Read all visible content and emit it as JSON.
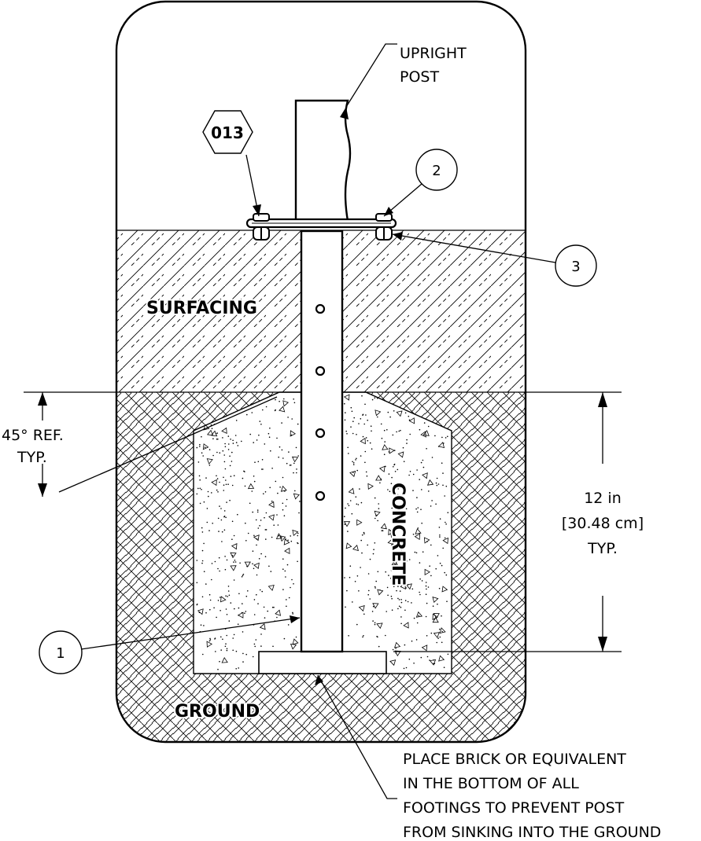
{
  "labels": {
    "upright_post": [
      "UPRIGHT",
      "POST"
    ],
    "part_tag": "013",
    "callout_1": "1",
    "callout_2": "2",
    "callout_3": "3",
    "surfacing": "SURFACING",
    "concrete": "CONCRETE",
    "ground": "GROUND",
    "angle_ref": [
      "45° REF.",
      "TYP."
    ],
    "depth_dim": [
      "12 in",
      "[30.48 cm]",
      "TYP."
    ],
    "brick_note": [
      "PLACE BRICK OR EQUIVALENT",
      "IN THE BOTTOM OF ALL",
      "FOOTINGS TO PREVENT POST",
      "FROM SINKING INTO THE GROUND"
    ]
  }
}
